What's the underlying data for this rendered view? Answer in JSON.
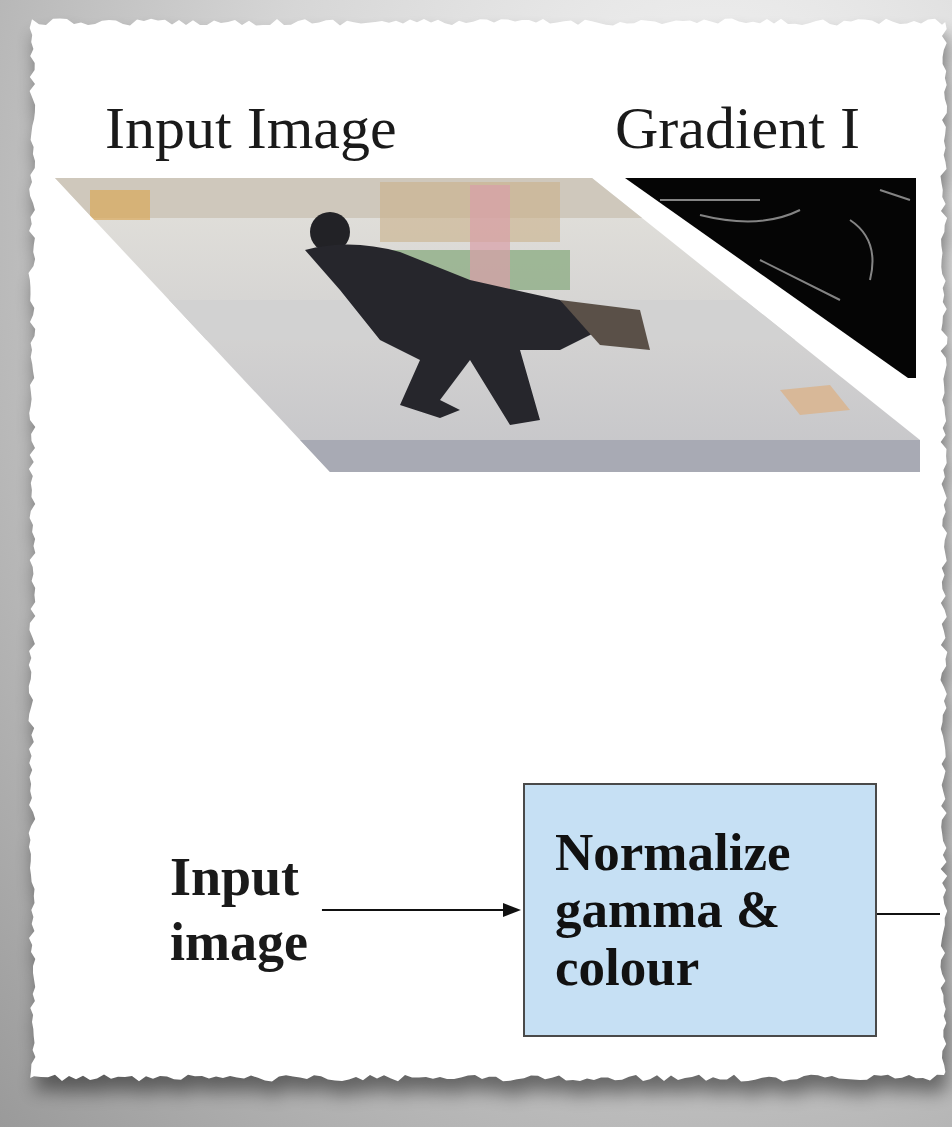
{
  "diagram": {
    "nodes": [
      {
        "text": [
          "Normalize gamma & colour"
        ]
      }
    ],
    "labels": [
      "Input Image",
      "Gradient I",
      "Input image"
    ]
  }
}
